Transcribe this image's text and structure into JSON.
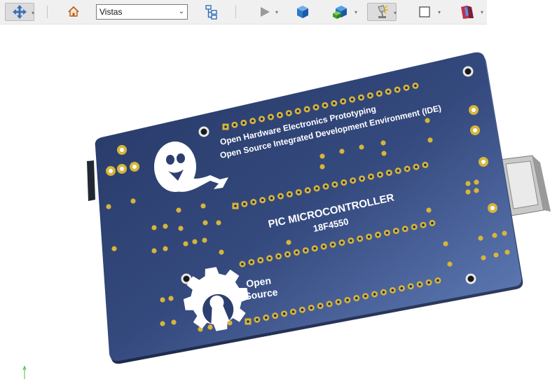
{
  "toolbar": {
    "view_combo": {
      "value": "Vistas"
    }
  },
  "board": {
    "heading_line1": "Open Hardware Electronics Prototyping",
    "heading_line2": "Open Source Integrated Development Environment (IDE)",
    "title": "PIC MICROCONTROLLER",
    "model": "18F4550",
    "logo_text_line1": "Open",
    "logo_text_line2": "Source"
  },
  "colors": {
    "board_dark": "#2c3f70",
    "board_light": "#5f7bb8",
    "pad_gold": "#d6b53a",
    "silkscreen": "#ffffff"
  }
}
